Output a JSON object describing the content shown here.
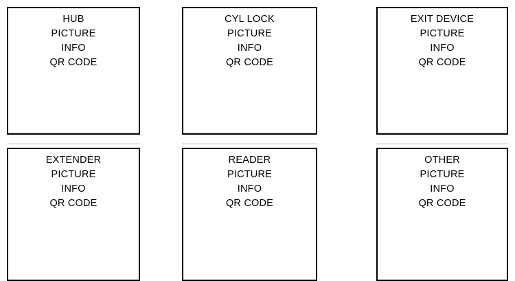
{
  "page": {
    "background_color": "#ffffff",
    "border_color": "#000000",
    "text_color": "#000000",
    "shadow_rule_color": "#b4b4b4",
    "layout": "2-row by 3-column grid of empty placeholder boxes"
  },
  "grid": {
    "rows": 2,
    "columns": 3,
    "cells": [
      {
        "id": "hub",
        "row": 0,
        "column": 0,
        "lines": [
          "HUB",
          "PICTURE",
          "INFO",
          "QR CODE"
        ],
        "title": "HUB"
      },
      {
        "id": "cyl-lock",
        "row": 0,
        "column": 1,
        "lines": [
          "CYL LOCK",
          "PICTURE",
          "INFO",
          "QR CODE"
        ],
        "title": "CYL LOCK"
      },
      {
        "id": "exit-device",
        "row": 0,
        "column": 2,
        "lines": [
          "EXIT DEVICE",
          "PICTURE",
          "INFO",
          "QR CODE"
        ],
        "title": "EXIT DEVICE"
      },
      {
        "id": "extender",
        "row": 1,
        "column": 0,
        "lines": [
          "EXTENDER",
          "PICTURE",
          "INFO",
          "QR CODE"
        ],
        "title": "EXTENDER"
      },
      {
        "id": "reader",
        "row": 1,
        "column": 1,
        "lines": [
          "READER",
          "PICTURE",
          "INFO",
          "QR CODE"
        ],
        "title": "READER"
      },
      {
        "id": "other",
        "row": 1,
        "column": 2,
        "lines": [
          "OTHER",
          "PICTURE",
          "INFO",
          "QR CODE"
        ],
        "title": "OTHER"
      }
    ]
  }
}
